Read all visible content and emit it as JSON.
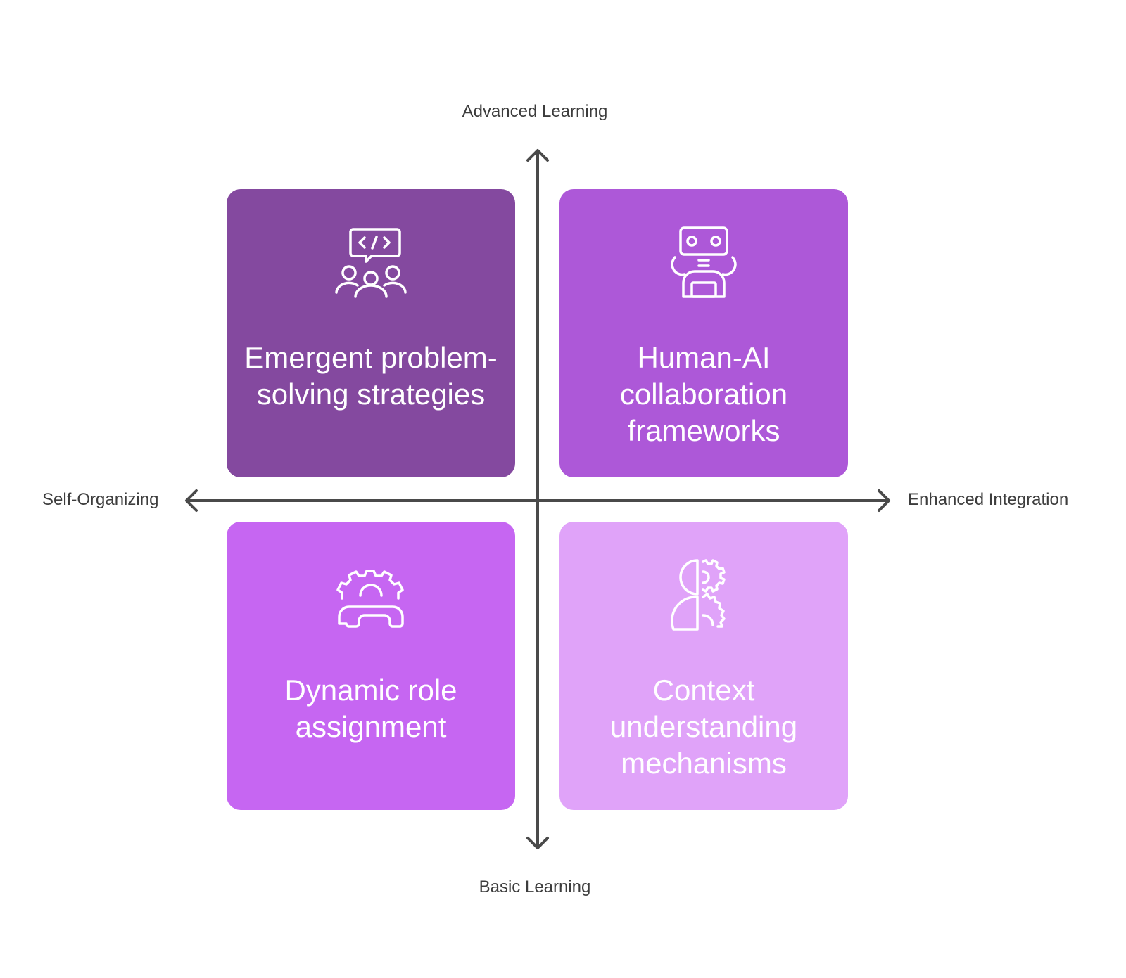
{
  "axes": {
    "top": "Advanced Learning",
    "bottom": "Basic Learning",
    "left": "Self-Organizing",
    "right": "Enhanced Integration"
  },
  "quadrants": [
    {
      "position": "top-left",
      "title": "Emergent problem-solving strategies",
      "icon": "team-code-collaboration-icon",
      "color": "#84499f"
    },
    {
      "position": "top-right",
      "title": "Human-AI collaboration frameworks",
      "icon": "robot-icon",
      "color": "#ad58d8"
    },
    {
      "position": "bottom-left",
      "title": "Dynamic role assignment",
      "icon": "gear-phone-icon",
      "color": "#c666f2"
    },
    {
      "position": "bottom-right",
      "title": "Context understanding mechanisms",
      "icon": "head-gear-icon",
      "color": "#e0a3f9"
    }
  ],
  "colors": {
    "axis": "#4a4a4a",
    "label": "#3d3d3d"
  }
}
